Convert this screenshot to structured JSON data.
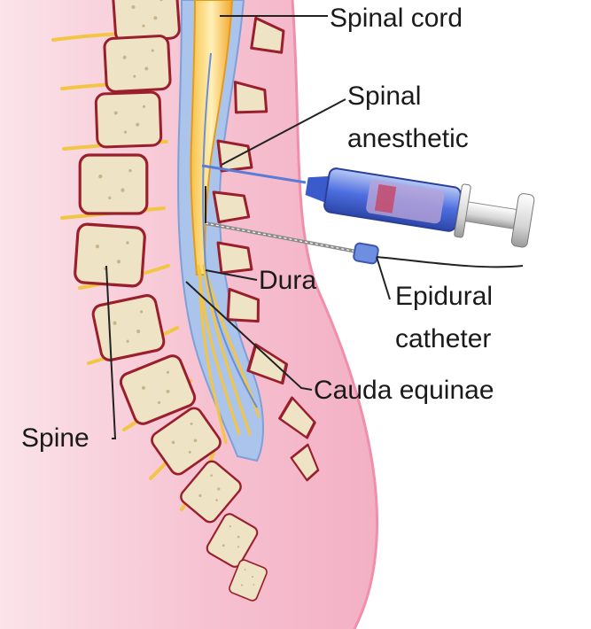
{
  "labels": {
    "spinal_cord": "Spinal cord",
    "spinal_anesthetic_1": "Spinal",
    "spinal_anesthetic_2": "anesthetic",
    "dura": "Dura",
    "epidural_catheter_1": "Epidural",
    "epidural_catheter_2": "catheter",
    "cauda_equinae": "Cauda equinae",
    "spine": "Spine"
  },
  "colors": {
    "body_tissue": "#f5b7c8",
    "bone": "#eee3c4",
    "bone_outline": "#9a1e2c",
    "nerve": "#f7c948",
    "cord": "#f5a623",
    "csf": "#a9c3ea",
    "syringe_blue": "#3b5ed0",
    "syringe_plunger": "#d9d9d9"
  }
}
